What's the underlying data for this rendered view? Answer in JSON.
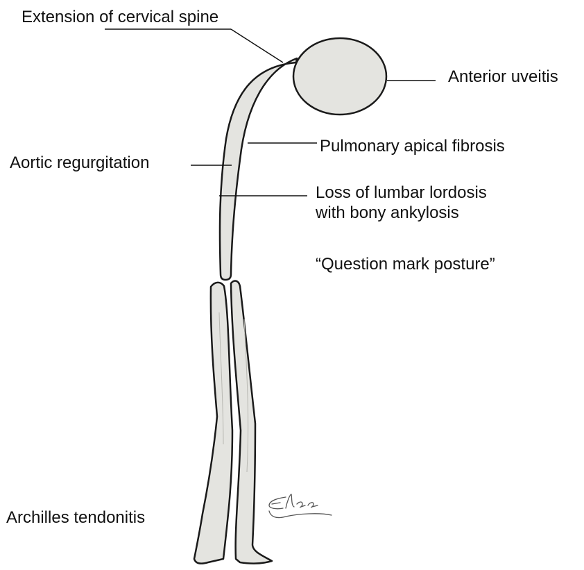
{
  "labels": {
    "cervical": "Extension of cervical spine",
    "uveitis": "Anterior uveitis",
    "pulmonary": "Pulmonary apical fibrosis",
    "aortic": "Aortic regurgitation",
    "lumbar_line1": "Loss of lumbar lordosis",
    "lumbar_line2": "with bony ankylosis",
    "posture": "“Question mark posture”",
    "achilles": "Archilles tendonitis"
  },
  "signature": {
    "text": "Elee"
  },
  "colors": {
    "figure_fill": "#e4e4e0",
    "figure_stroke": "#1a1a1a",
    "leader_line": "#111111",
    "text": "#111111"
  }
}
